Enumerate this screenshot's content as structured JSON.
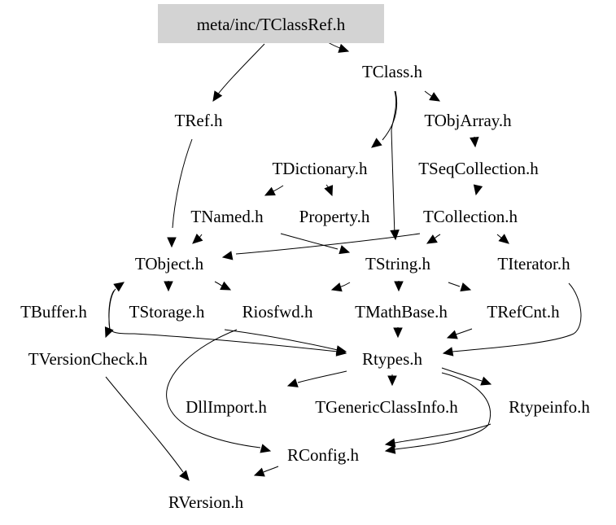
{
  "graph": {
    "title": "meta/inc/TClassRef.h",
    "root": "meta/inc/TClassRef.h",
    "colors": {
      "root_fill": "#d3d3d3",
      "node_text": "#000000",
      "edge": "#000000",
      "background": "#ffffff"
    },
    "nodes": [
      {
        "id": "TClassRef",
        "label": "meta/inc/TClassRef.h"
      },
      {
        "id": "TClass",
        "label": "TClass.h"
      },
      {
        "id": "TRef",
        "label": "TRef.h"
      },
      {
        "id": "TObjArray",
        "label": "TObjArray.h"
      },
      {
        "id": "TDictionary",
        "label": "TDictionary.h"
      },
      {
        "id": "TSeqCollection",
        "label": "TSeqCollection.h"
      },
      {
        "id": "TNamed",
        "label": "TNamed.h"
      },
      {
        "id": "Property",
        "label": "Property.h"
      },
      {
        "id": "TCollection",
        "label": "TCollection.h"
      },
      {
        "id": "TObject",
        "label": "TObject.h"
      },
      {
        "id": "TString",
        "label": "TString.h"
      },
      {
        "id": "TIterator",
        "label": "TIterator.h"
      },
      {
        "id": "TBuffer",
        "label": "TBuffer.h"
      },
      {
        "id": "TStorage",
        "label": "TStorage.h"
      },
      {
        "id": "Riosfwd",
        "label": "Riosfwd.h"
      },
      {
        "id": "TMathBase",
        "label": "TMathBase.h"
      },
      {
        "id": "TRefCnt",
        "label": "TRefCnt.h"
      },
      {
        "id": "TVersionCheck",
        "label": "TVersionCheck.h"
      },
      {
        "id": "Rtypes",
        "label": "Rtypes.h"
      },
      {
        "id": "DllImport",
        "label": "DllImport.h"
      },
      {
        "id": "TGenericClassInfo",
        "label": "TGenericClassInfo.h"
      },
      {
        "id": "Rtypeinfo",
        "label": "Rtypeinfo.h"
      },
      {
        "id": "RConfig",
        "label": "RConfig.h"
      },
      {
        "id": "RVersion",
        "label": "RVersion.h"
      }
    ],
    "edges": [
      {
        "from": "TClassRef",
        "to": "TRef"
      },
      {
        "from": "TClassRef",
        "to": "TClass"
      },
      {
        "from": "TClass",
        "to": "TObjArray"
      },
      {
        "from": "TClass",
        "to": "TDictionary"
      },
      {
        "from": "TClass",
        "to": "TString"
      },
      {
        "from": "TRef",
        "to": "TObject"
      },
      {
        "from": "TObjArray",
        "to": "TSeqCollection"
      },
      {
        "from": "TSeqCollection",
        "to": "TCollection"
      },
      {
        "from": "TDictionary",
        "to": "TNamed"
      },
      {
        "from": "TDictionary",
        "to": "Property"
      },
      {
        "from": "TNamed",
        "to": "TObject"
      },
      {
        "from": "TNamed",
        "to": "TString"
      },
      {
        "from": "TCollection",
        "to": "TObject"
      },
      {
        "from": "TCollection",
        "to": "TString"
      },
      {
        "from": "TCollection",
        "to": "TIterator"
      },
      {
        "from": "TObject",
        "to": "TStorage"
      },
      {
        "from": "TObject",
        "to": "Riosfwd"
      },
      {
        "from": "TObject",
        "to": "TVersionCheck"
      },
      {
        "from": "TObject",
        "to": "Rtypes"
      },
      {
        "from": "TBuffer",
        "to": "TObject"
      },
      {
        "from": "TString",
        "to": "Riosfwd"
      },
      {
        "from": "TString",
        "to": "TMathBase"
      },
      {
        "from": "TString",
        "to": "TRefCnt"
      },
      {
        "from": "TIterator",
        "to": "Rtypes"
      },
      {
        "from": "TStorage",
        "to": "Rtypes"
      },
      {
        "from": "TMathBase",
        "to": "Rtypes"
      },
      {
        "from": "TRefCnt",
        "to": "Rtypes"
      },
      {
        "from": "Riosfwd",
        "to": "RConfig"
      },
      {
        "from": "TVersionCheck",
        "to": "RVersion"
      },
      {
        "from": "Rtypes",
        "to": "DllImport"
      },
      {
        "from": "Rtypes",
        "to": "TGenericClassInfo"
      },
      {
        "from": "Rtypes",
        "to": "Rtypeinfo"
      },
      {
        "from": "Rtypes",
        "to": "RConfig"
      },
      {
        "from": "Rtypeinfo",
        "to": "RConfig"
      },
      {
        "from": "RConfig",
        "to": "RVersion"
      }
    ]
  }
}
